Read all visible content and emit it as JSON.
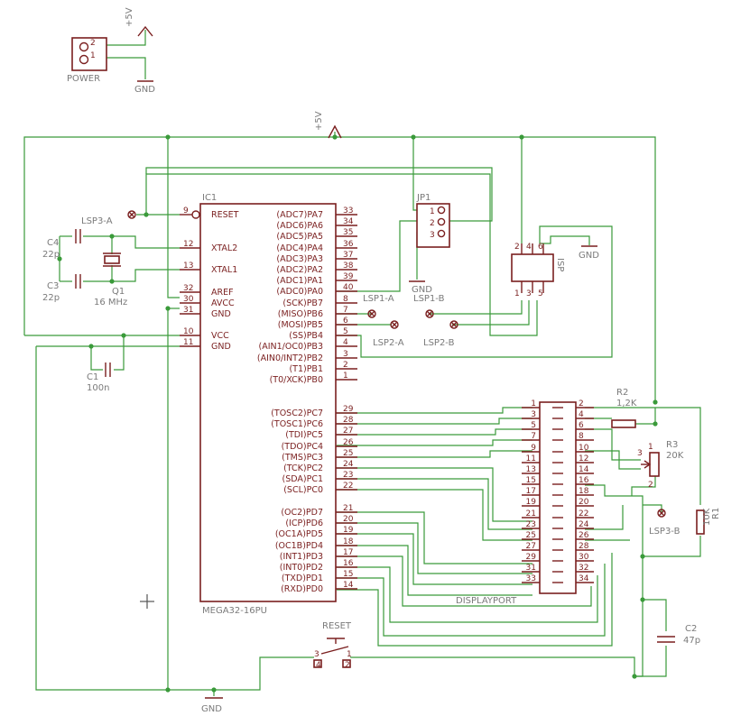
{
  "labels": {
    "plus5v_top": "+5V",
    "power": "POWER",
    "gnd_top": "GND",
    "plus5v_mid": "+5V",
    "ic1": "IC1",
    "mega": "MEGA32-16PU",
    "jp1": "JP1",
    "gnd_jp1": "GND",
    "isp": "ISP",
    "gnd_isp": "GND",
    "lsp3a": "LSP3-A",
    "lsp1a": "LSP1-A",
    "lsp1b": "LSP1-B",
    "lsp2a": "LSP2-A",
    "lsp2b": "LSP2-B",
    "lsp3b": "LSP3-B",
    "c4": "C4",
    "c4v": "22p",
    "c3": "C3",
    "c3v": "22p",
    "q1": "Q1",
    "q1v": "16 MHz",
    "c1": "C1",
    "c1v": "100n",
    "r2": "R2",
    "r2v": "1,2K",
    "r3": "R3",
    "r3v": "20K",
    "r1": "R1",
    "r1v": "10K",
    "c2": "C2",
    "c2v": "47p",
    "displayport": "DISPLAYPORT",
    "reset": "RESET",
    "gnd_bottom": "GND"
  },
  "ic_left": [
    {
      "num": "9",
      "name": "RESET"
    },
    {
      "num": "12",
      "name": "XTAL2"
    },
    {
      "num": "13",
      "name": "XTAL1"
    },
    {
      "num": "32",
      "name": "AREF"
    },
    {
      "num": "30",
      "name": "AVCC"
    },
    {
      "num": "31",
      "name": "GND"
    },
    {
      "num": "10",
      "name": "VCC"
    },
    {
      "num": "11",
      "name": "GND"
    }
  ],
  "ic_right": [
    {
      "num": "33",
      "name": "(ADC7)PA7"
    },
    {
      "num": "34",
      "name": "(ADC6)PA6"
    },
    {
      "num": "35",
      "name": "(ADC5)PA5"
    },
    {
      "num": "36",
      "name": "(ADC4)PA4"
    },
    {
      "num": "37",
      "name": "(ADC3)PA3"
    },
    {
      "num": "38",
      "name": "(ADC2)PA2"
    },
    {
      "num": "39",
      "name": "(ADC1)PA1"
    },
    {
      "num": "40",
      "name": "(ADC0)PA0"
    },
    {
      "num": "8",
      "name": "(SCK)PB7"
    },
    {
      "num": "7",
      "name": "(MISO)PB6"
    },
    {
      "num": "6",
      "name": "(MOSI)PB5"
    },
    {
      "num": "5",
      "name": "(SS)PB4"
    },
    {
      "num": "4",
      "name": "(AIN1/OC0)PB3"
    },
    {
      "num": "3",
      "name": "(AIN0/INT2)PB2"
    },
    {
      "num": "2",
      "name": "(T1)PB1"
    },
    {
      "num": "1",
      "name": "(T0/XCK)PB0"
    },
    {
      "num": "29",
      "name": "(TOSC2)PC7"
    },
    {
      "num": "28",
      "name": "(TOSC1)PC6"
    },
    {
      "num": "27",
      "name": "(TDI)PC5"
    },
    {
      "num": "26",
      "name": "(TDO)PC4"
    },
    {
      "num": "25",
      "name": "(TMS)PC3"
    },
    {
      "num": "24",
      "name": "(TCK)PC2"
    },
    {
      "num": "23",
      "name": "(SDA)PC1"
    },
    {
      "num": "22",
      "name": "(SCL)PC0"
    },
    {
      "num": "21",
      "name": "(OC2)PD7"
    },
    {
      "num": "20",
      "name": "(ICP)PD6"
    },
    {
      "num": "19",
      "name": "(OC1A)PD5"
    },
    {
      "num": "18",
      "name": "(OC1B)PD4"
    },
    {
      "num": "17",
      "name": "(INT1)PD3"
    },
    {
      "num": "16",
      "name": "(INT0)PD2"
    },
    {
      "num": "15",
      "name": "(TXD)PD1"
    },
    {
      "num": "14",
      "name": "(RXD)PD0"
    }
  ],
  "display_pins_left": [
    "1",
    "3",
    "5",
    "7",
    "9",
    "11",
    "13",
    "15",
    "17",
    "19",
    "21",
    "23",
    "25",
    "27",
    "29",
    "31",
    "33"
  ],
  "display_pins_right": [
    "2",
    "4",
    "6",
    "8",
    "10",
    "12",
    "14",
    "16",
    "18",
    "20",
    "22",
    "24",
    "26",
    "28",
    "30",
    "32",
    "34"
  ],
  "jp1_pins": [
    "1",
    "2",
    "3"
  ],
  "isp_pins_top": [
    "2",
    "4",
    "6"
  ],
  "isp_pins_bottom": [
    "1",
    "3",
    "5"
  ],
  "power_pins": [
    "2",
    "1"
  ],
  "r3_pins": [
    "1",
    "3",
    "2"
  ],
  "reset_pins": [
    "3",
    "1",
    "4",
    "2"
  ],
  "colors": {
    "part": "#7a1f1f",
    "wire": "#3a9a3a",
    "label": "#7a7a7a"
  }
}
